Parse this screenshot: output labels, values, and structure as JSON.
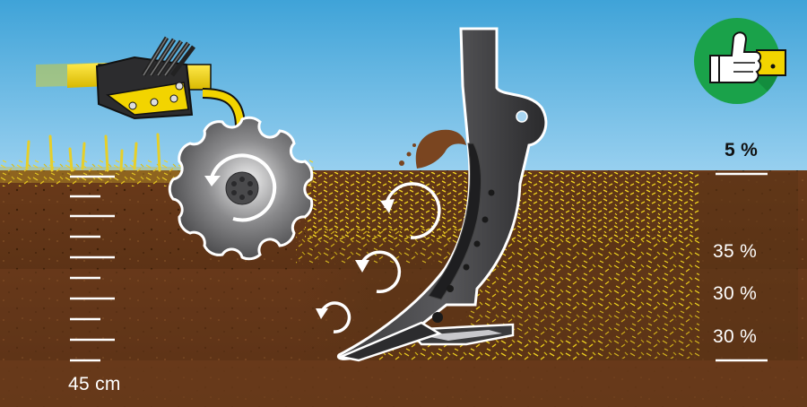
{
  "percentages": {
    "top": "5 %",
    "layer1": "35 %",
    "layer2": "30 %",
    "layer3": "30 %"
  },
  "depth_label": "45 cm",
  "colors": {
    "sky_top": "#3fa3d8",
    "sky_bottom": "#9ad1f0",
    "soil_top": "#6a3a1a",
    "soil_bottom": "#4a2810",
    "straw": "#e6cf2a",
    "machine_yellow": "#f2d400",
    "tine_dark": "#2e2e30",
    "badge_green": "#1aa24a"
  },
  "icons": {
    "badge": "thumbs-up-icon",
    "disc": "rotating-disc-icon",
    "tine": "subsoiler-tine-icon"
  }
}
